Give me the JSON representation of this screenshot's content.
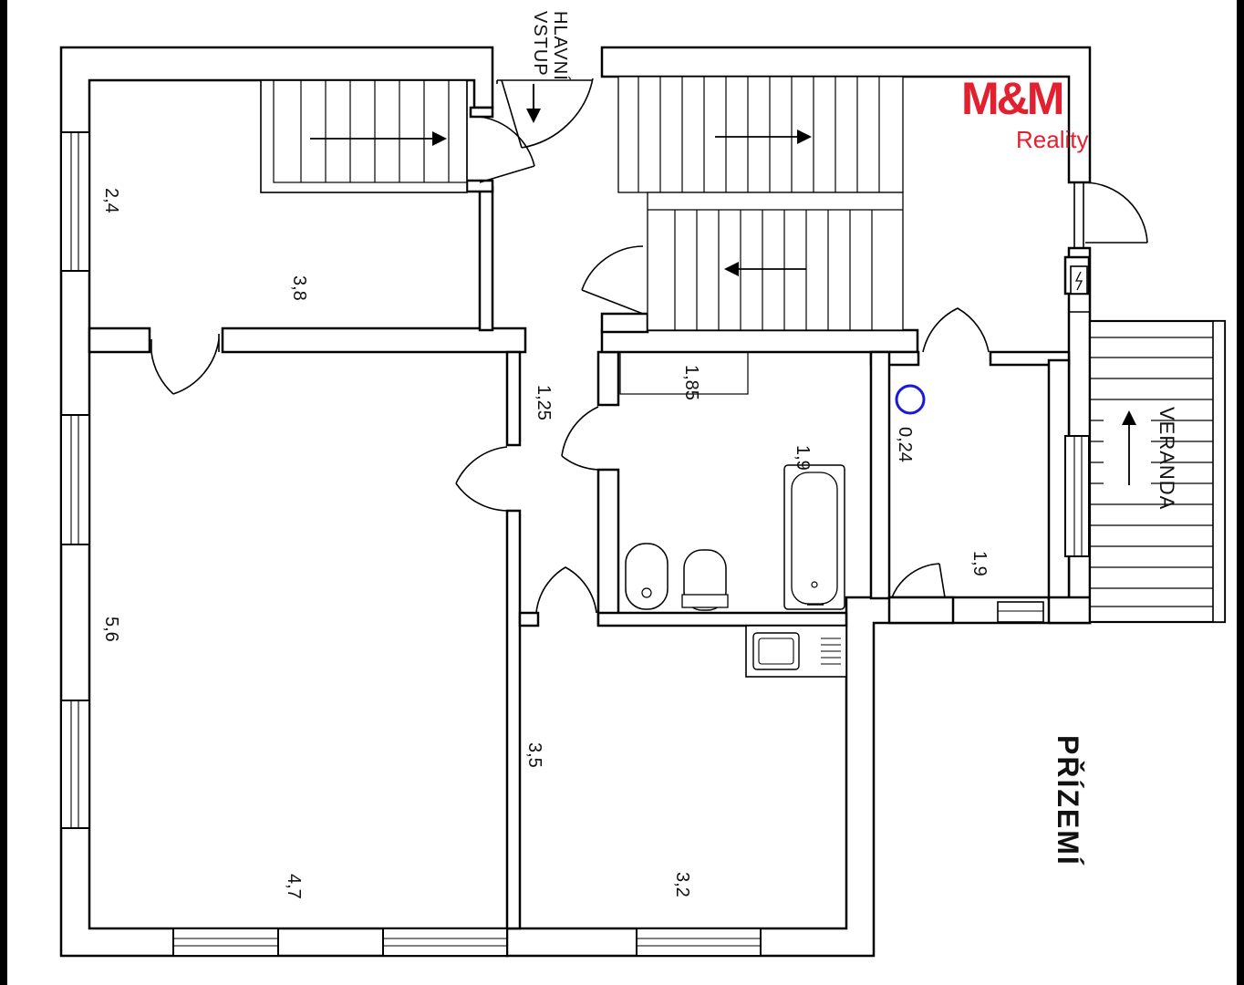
{
  "plan": {
    "floor_label": "PŘÍZEMÍ",
    "entrance_label_line1": "HLAVNÍ",
    "entrance_label_line2": "VSTUP",
    "veranda_label": "VERANDA"
  },
  "dimensions": {
    "room1_depth": "2,4",
    "room1_width": "3,8",
    "living_depth": "5,6",
    "living_width": "4,7",
    "hall_width": "1,25",
    "bath_width": "1,85",
    "bath_tub": "1,9",
    "wc_width": "0,24",
    "wc_depth": "1,9",
    "kitchen_depth": "3,5",
    "kitchen_width": "3,2"
  },
  "logo": {
    "brand": "M&M",
    "sub": "Reality",
    "color": "#e3202f"
  },
  "colors": {
    "marker": "#1a1ad6",
    "background": "#000000",
    "paper": "#ffffff"
  }
}
